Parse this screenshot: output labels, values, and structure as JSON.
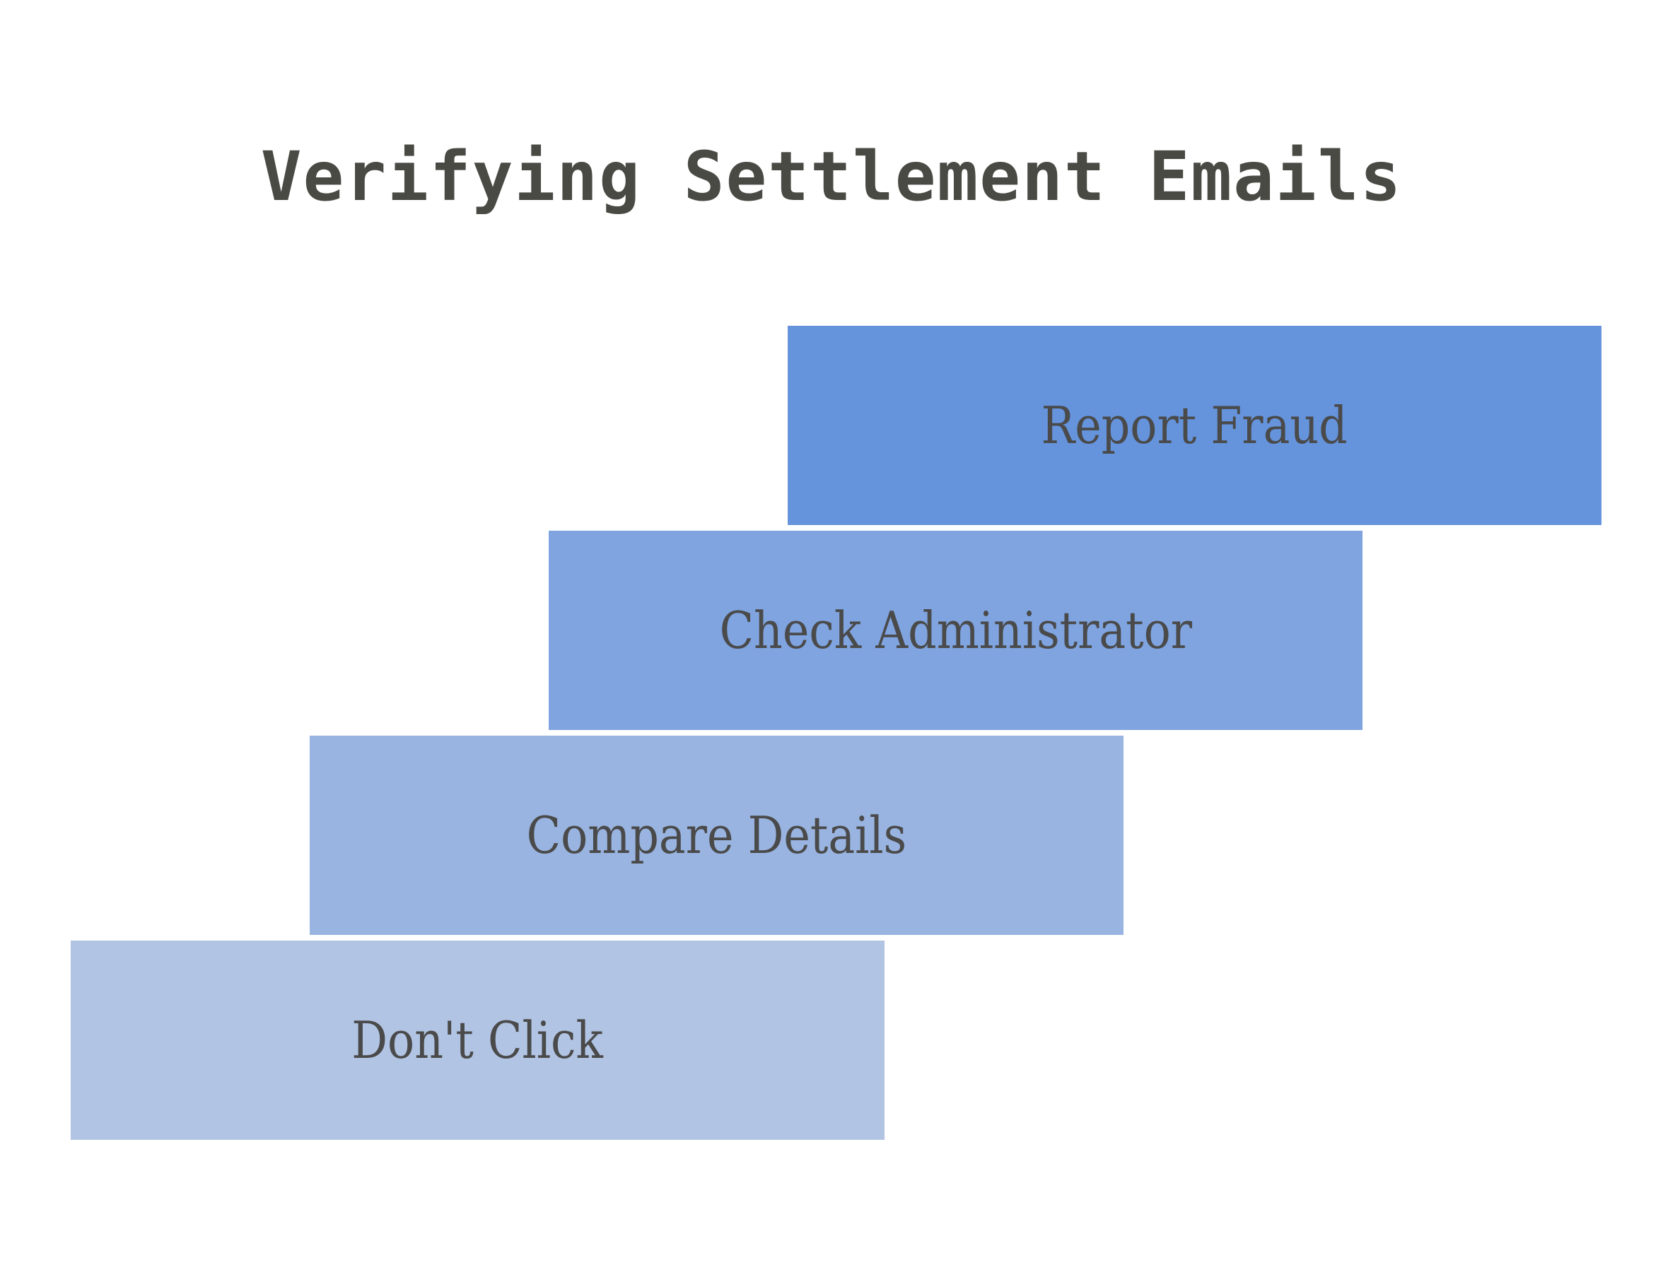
{
  "title": "Verifying Settlement Emails",
  "steps": [
    {
      "label": "Don't Click",
      "color": "#b1c4e3"
    },
    {
      "label": "Compare Details",
      "color": "#99b4e0"
    },
    {
      "label": "Check Administrator",
      "color": "#7fa4df"
    },
    {
      "label": "Report Fraud",
      "color": "#6594dd"
    }
  ]
}
